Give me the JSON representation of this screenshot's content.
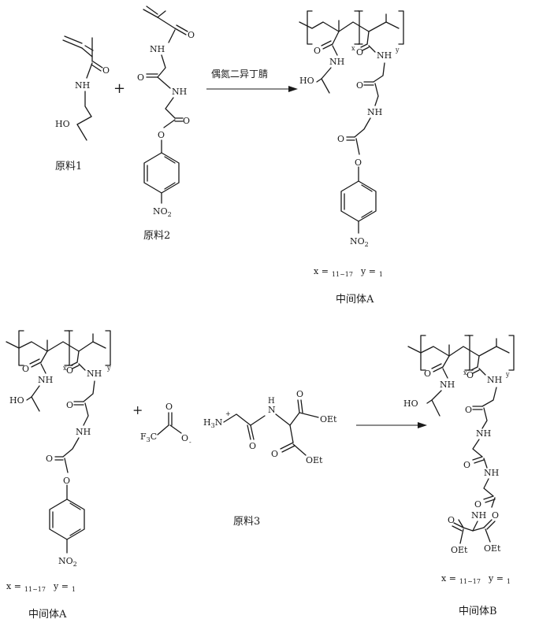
{
  "title": "",
  "reaction1": {
    "reagent": "偶氮二异丁腈",
    "plus": "+",
    "caption_material_1": "原料1",
    "caption_material_2": "原料2",
    "caption_product": "中间体A",
    "x_value": "11~17",
    "y_value": "1"
  },
  "reaction2": {
    "plus": "+",
    "caption_reactant": "中间体A",
    "caption_material_3": "原料3",
    "caption_product": "中间体B",
    "x_value": "11~17",
    "y_value": "1"
  },
  "labels": {
    "O": "O",
    "NH": "NH",
    "HO": "HO",
    "NO2_N": "NO",
    "NO2_sub": "2",
    "x_eq": "x =",
    "y_eq": "y =",
    "x": "x",
    "y": "y",
    "H3N": "H",
    "H3N_sub": "3",
    "H3N_tail": "N",
    "plus_charge": "+",
    "minus_charge": "-",
    "F3C": "F",
    "F3C_sub": "3",
    "F3C_tail": "C",
    "OEt": "OEt",
    "N": "N",
    "H": "H"
  }
}
